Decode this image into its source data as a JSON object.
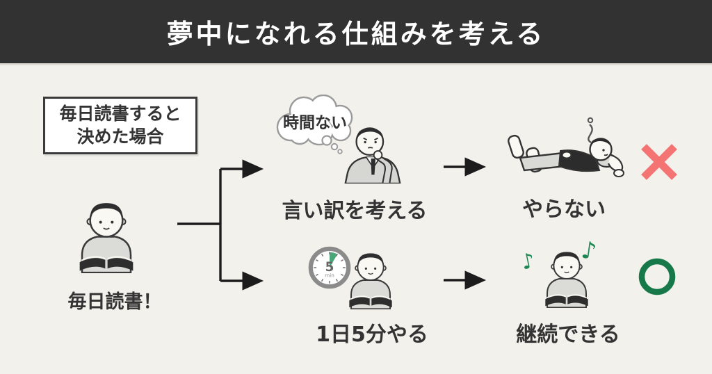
{
  "header": {
    "title": "夢中になれる仕組みを考える",
    "bg": "#323232",
    "text_color": "#ffffff"
  },
  "background_color": "#f3f1ec",
  "condition_box": {
    "line1": "毎日読書すると",
    "line2": "決めた場合"
  },
  "root": {
    "label": "毎日読書！",
    "icon": "person-reading-book"
  },
  "top_branch": {
    "thought_bubble_text": "時間ない",
    "step1_label": "言い訳を考える",
    "step1_icon": "thinking-businessman",
    "step2_label": "やらない",
    "step2_icon": "person-lying-down",
    "result_mark": "×",
    "result_color": "#f47373"
  },
  "bottom_branch": {
    "timer_value": "5",
    "timer_unit": "min",
    "step1_label": "1日5分やる",
    "step1_icon": "five-minute-timer-and-person-reading",
    "step2_label": "継続できる",
    "step2_icon": "person-reading-with-music-notes",
    "note1": "♪",
    "note2": "♪",
    "result_mark": "○",
    "result_color": "#17784a"
  },
  "colors": {
    "line": "#1c1c1c",
    "shirt_gray": "#dbdbd7",
    "hair_dark": "#2e2e2e",
    "timer_wedge_green": "#4aa878",
    "note_green": "#1d8653"
  }
}
